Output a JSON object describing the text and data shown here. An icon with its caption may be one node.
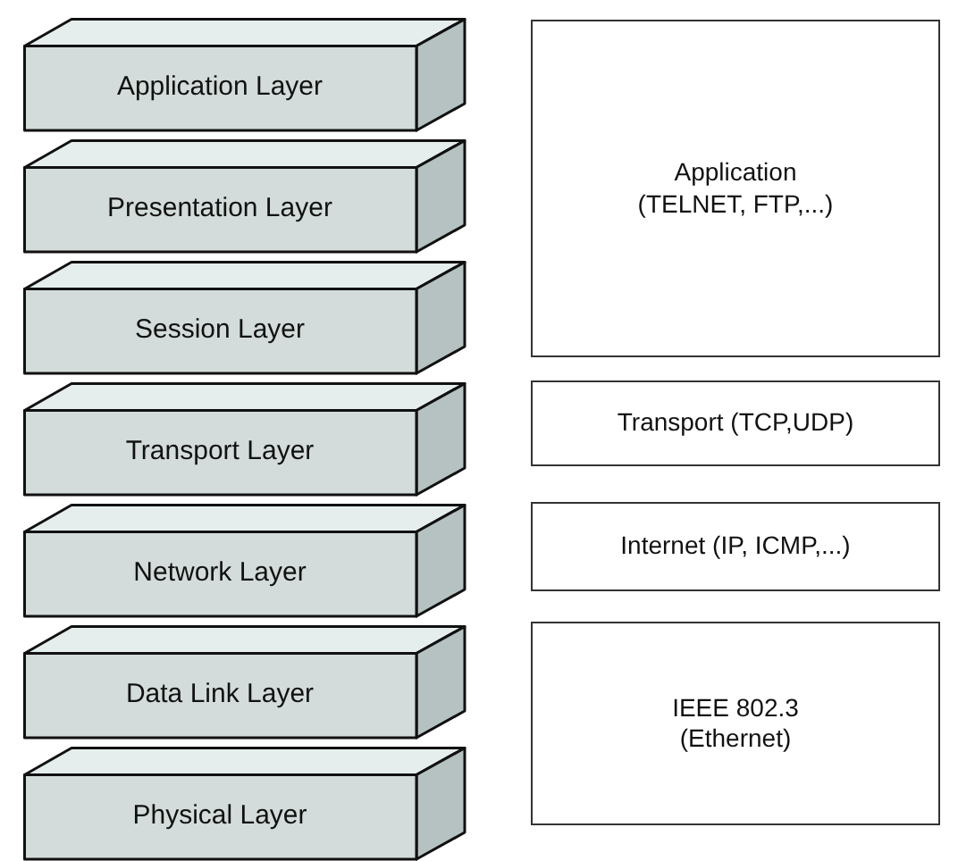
{
  "diagram": {
    "nodes": [
      {
        "text": [
          "Application Layer"
        ]
      },
      {
        "text": [
          "Presentation Layer"
        ]
      },
      {
        "text": [
          "Session Layer"
        ]
      },
      {
        "text": [
          "Transport Layer"
        ]
      },
      {
        "text": [
          "Network Layer"
        ]
      },
      {
        "text": [
          "Data Link Layer"
        ]
      },
      {
        "text": [
          "Physical Layer"
        ]
      },
      {
        "text": [
          "Application (TELNET, FTP,...)"
        ]
      },
      {
        "text": [
          "Transport (TCP,UDP)"
        ]
      },
      {
        "text": [
          "Internet (IP, ICMP,...)"
        ]
      },
      {
        "text": [
          "IEEE 802.3 (Ethernet)"
        ]
      }
    ]
  }
}
